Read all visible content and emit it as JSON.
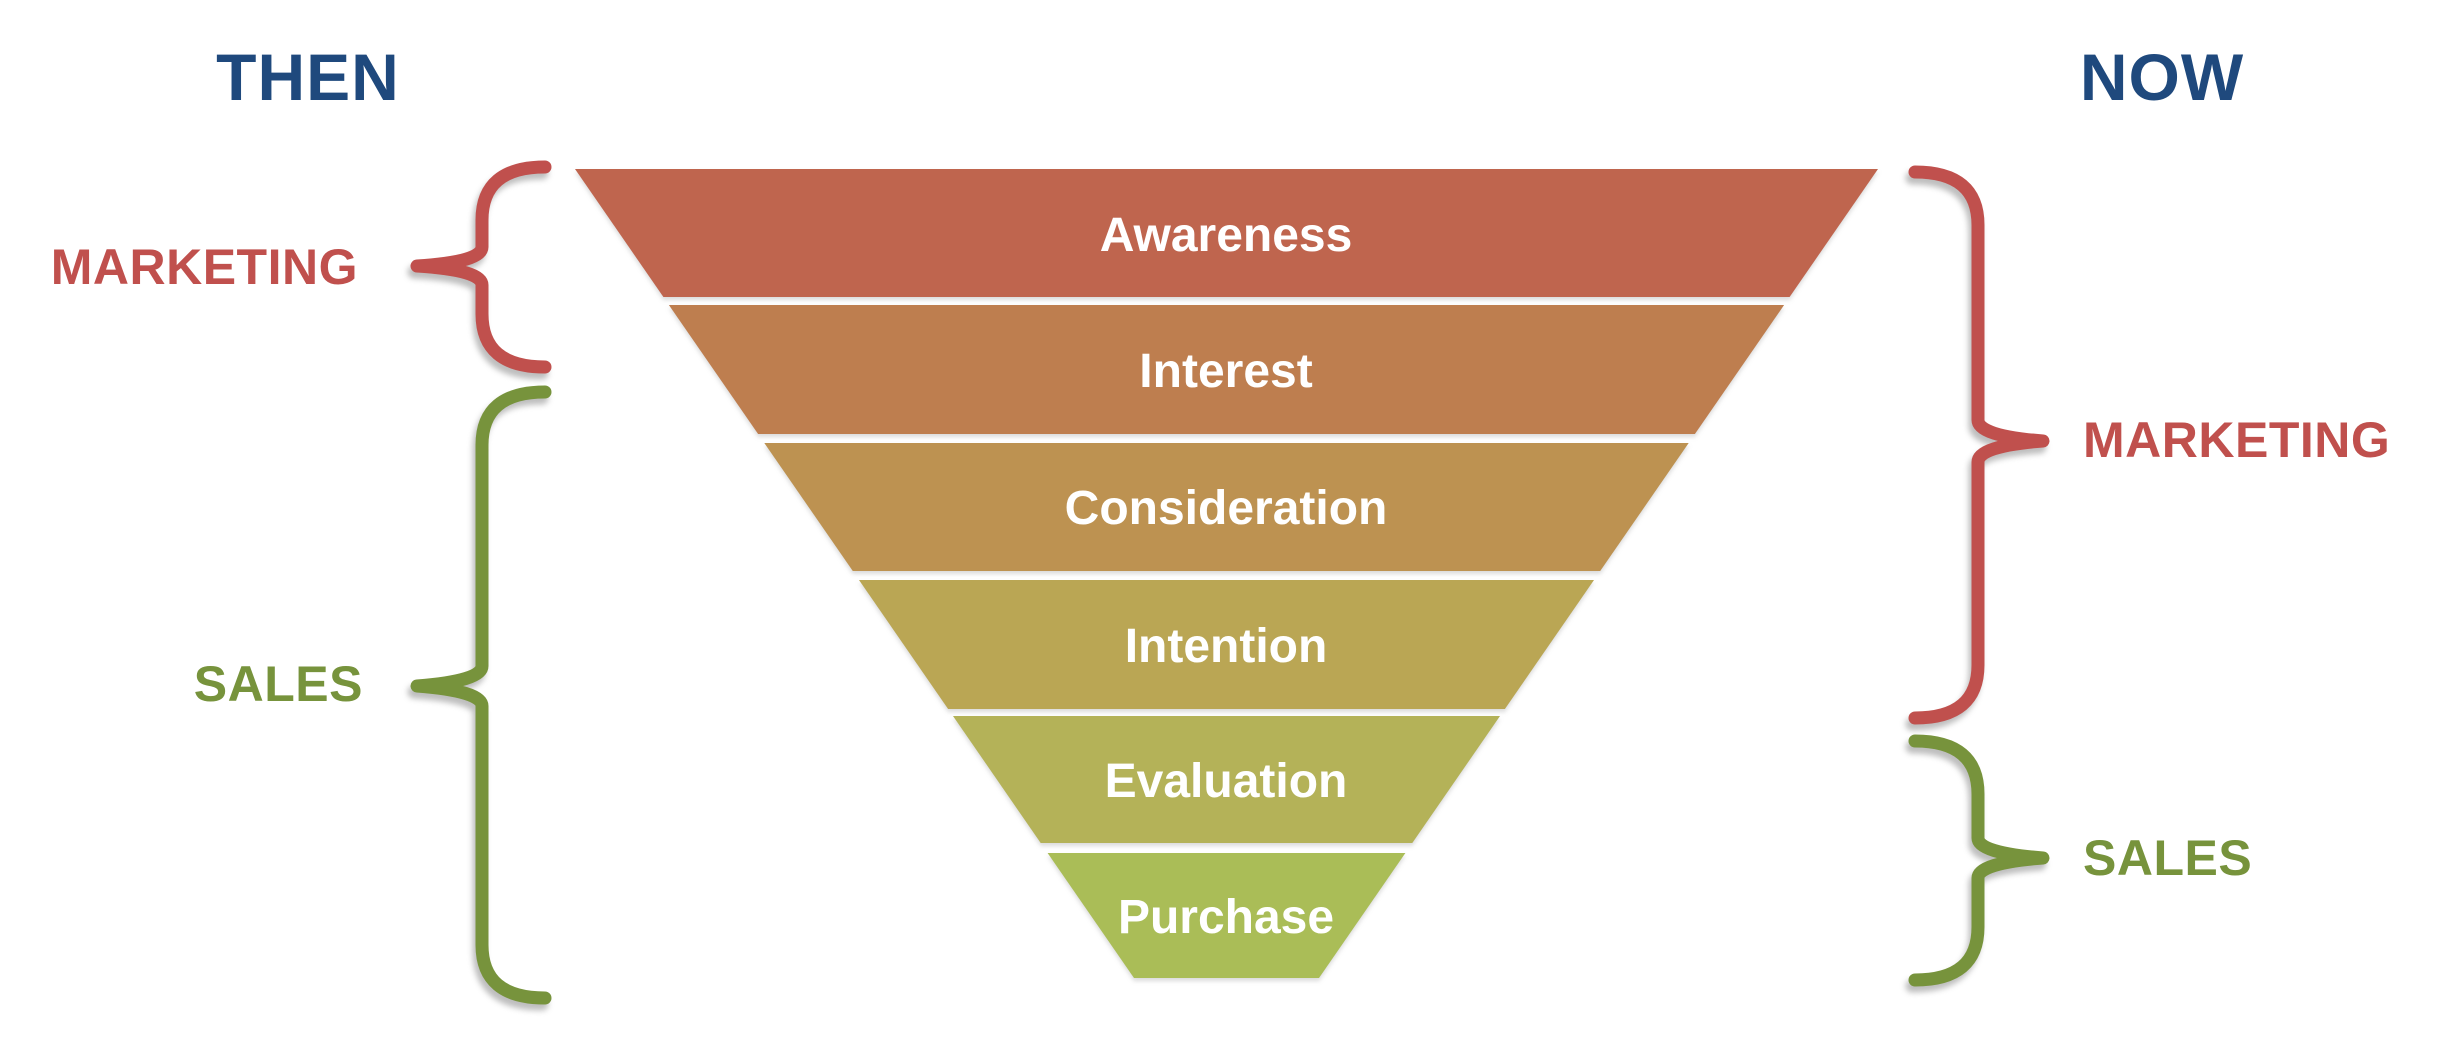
{
  "title_row": {
    "then": "THEN",
    "now": "NOW",
    "color": "#1F497D"
  },
  "funnel": {
    "text_color": "#FFFFFF",
    "stages": [
      {
        "label": "Awareness",
        "color": "#BF654E"
      },
      {
        "label": "Interest",
        "color": "#BE7E4F"
      },
      {
        "label": "Consideration",
        "color": "#BD9251"
      },
      {
        "label": "Intention",
        "color": "#BAA654"
      },
      {
        "label": "Evaluation",
        "color": "#B4B258"
      },
      {
        "label": "Purchase",
        "color": "#AABD57"
      }
    ]
  },
  "annotations": {
    "then": [
      {
        "label": "MARKETING",
        "color": "#C0504D"
      },
      {
        "label": "SALES",
        "color": "#77933C"
      }
    ],
    "now": [
      {
        "label": "MARKETING",
        "color": "#C0504D"
      },
      {
        "label": "SALES",
        "color": "#77933C"
      }
    ]
  }
}
